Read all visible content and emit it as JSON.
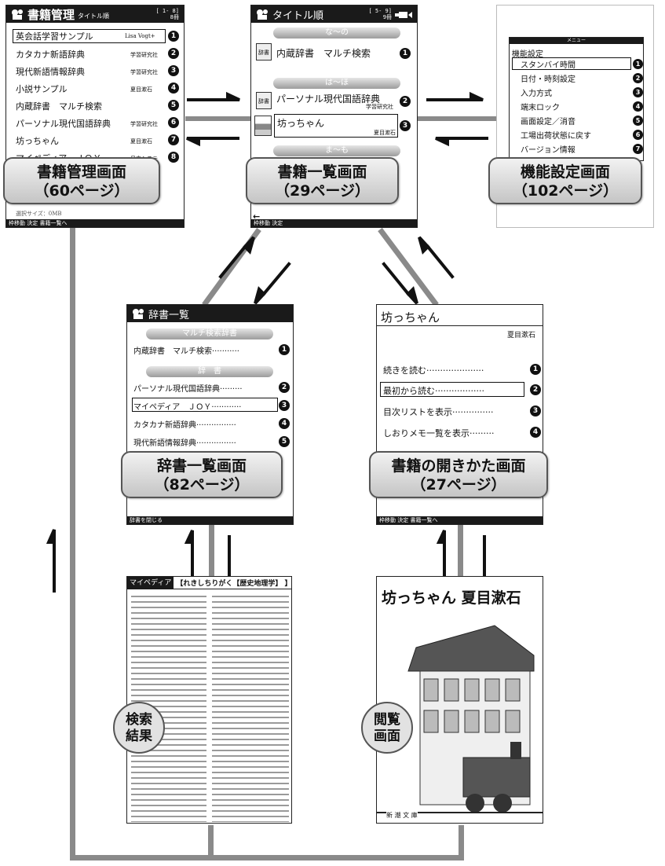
{
  "screens": {
    "management": {
      "title": "書籍管理",
      "subtitle": "タイトル順",
      "counter_top": "[ 1- 8]",
      "counter_bottom": "8冊",
      "items": [
        {
          "title": "英会話学習サンプル",
          "author": "Lisa Vogt+",
          "num": "1"
        },
        {
          "title": "カタカナ新語辞典",
          "author": "学習研究社",
          "num": "2"
        },
        {
          "title": "現代新語情報辞典",
          "author": "学習研究社",
          "num": "3"
        },
        {
          "title": "小説サンプル",
          "author": "夏目漱石",
          "num": "4"
        },
        {
          "title": "内蔵辞書　マルチ検索",
          "author": "",
          "num": "5"
        },
        {
          "title": "パーソナル現代国語辞典",
          "author": "学習研究社",
          "num": "6"
        },
        {
          "title": "坊っちゃん",
          "author": "夏目漱石",
          "num": "7"
        },
        {
          "title": "マイペディア　ＪＯＹ",
          "author": "日立システ",
          "num": "8"
        }
      ],
      "size_note": "選択サイズ：0MB",
      "footer": "枠移動 決定 書籍一覧へ"
    },
    "booklist": {
      "title": "タイトル順",
      "counter_top": "[ 5- 9]",
      "counter_bottom": "9冊",
      "sections": [
        "な〜の",
        "は〜ほ",
        "ま〜も"
      ],
      "items": [
        {
          "title": "内蔵辞書　マルチ検索",
          "author": "",
          "num": "1"
        },
        {
          "title": "パーソナル現代国語辞典",
          "author": "学習研究社",
          "num": "2"
        },
        {
          "title": "坊っちゃん",
          "author": "夏目漱石",
          "num": "3"
        }
      ],
      "thumb_label": "辞書",
      "footer": "枠移動 決定"
    },
    "settings": {
      "menu_title": "メニュー",
      "heading": "機能設定",
      "items": [
        {
          "label": "スタンバイ時間",
          "num": "1"
        },
        {
          "label": "日付・時刻設定",
          "num": "2"
        },
        {
          "label": "入力方式",
          "num": "3"
        },
        {
          "label": "端末ロック",
          "num": "4"
        },
        {
          "label": "画面設定／消音",
          "num": "5"
        },
        {
          "label": "工場出荷状態に戻す",
          "num": "6"
        },
        {
          "label": "バージョン情報",
          "num": "7"
        }
      ]
    },
    "dictionary": {
      "title": "辞書一覧",
      "sections": [
        "マルチ検索辞書",
        "辞　書"
      ],
      "items": [
        {
          "label": "内蔵辞書　マルチ検索",
          "num": "1"
        },
        {
          "label": "パーソナル現代国語辞典",
          "num": "2"
        },
        {
          "label": "マイペディア　ＪＯＹ",
          "num": "3"
        },
        {
          "label": "カタカナ新語辞典",
          "num": "4"
        },
        {
          "label": "現代新語情報辞典",
          "num": "5"
        }
      ],
      "footer": "辞書を閉じる"
    },
    "open_book": {
      "title": "坊っちゃん",
      "author": "夏目漱石",
      "items": [
        {
          "label": "続きを読む",
          "num": "1"
        },
        {
          "label": "最初から読む",
          "num": "2"
        },
        {
          "label": "目次リストを表示",
          "num": "3"
        },
        {
          "label": "しおりメモ一覧を表示",
          "num": "4"
        }
      ],
      "footer": "枠移動 決定 書籍一覧へ"
    },
    "search_result": {
      "tab": "マイペディア",
      "header": "【れきしちりがく【歴史地理学】 】"
    },
    "reading": {
      "cover_title": "坊っちゃん 夏目漱石",
      "publisher": "新 潮 文 庫"
    }
  },
  "labels": {
    "management": {
      "name": "書籍管理画面",
      "page": "（60ページ）"
    },
    "booklist": {
      "name": "書籍一覧画面",
      "page": "（29ページ）"
    },
    "settings": {
      "name": "機能設定画面",
      "page": "（102ページ）"
    },
    "dictionary": {
      "name": "辞書一覧画面",
      "page": "（82ページ）"
    },
    "open_book": {
      "name": "書籍の開きかた画面",
      "page": "（27ページ）"
    },
    "search": {
      "line1": "検索",
      "line2": "結果"
    },
    "reading": {
      "line1": "閲覧",
      "line2": "画面"
    }
  },
  "icons": [
    "app-icon",
    "battery-icon",
    "arrow-icon",
    "back-arrow-icon",
    "number-badge"
  ],
  "colors": {
    "connector": "#8a8a8a",
    "header": "#1a1a1a",
    "label_border": "#555555"
  }
}
